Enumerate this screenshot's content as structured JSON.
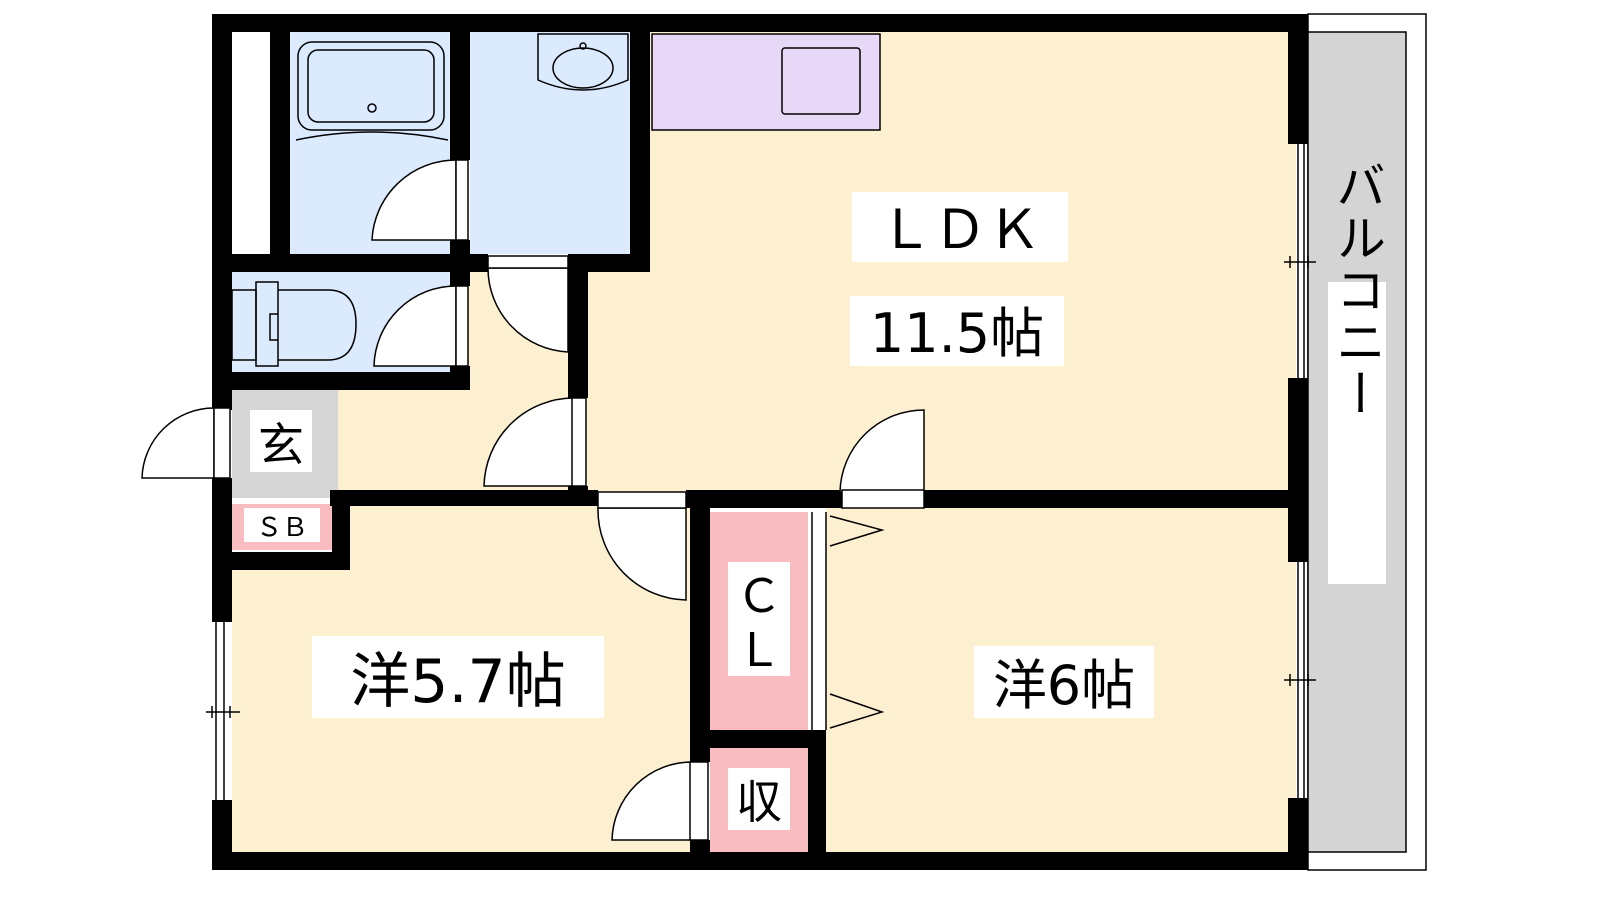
{
  "rooms": {
    "ldk": {
      "name": "ＬＤＫ",
      "size": "11.5帖"
    },
    "western_1": {
      "label": "洋5.7帖"
    },
    "western_2": {
      "label": "洋6帖"
    },
    "entrance": {
      "label": "玄"
    },
    "shoe_box": {
      "label": "ＳＢ"
    },
    "closet": {
      "line1": "Ｃ",
      "line2": "Ｌ"
    },
    "storage": {
      "label": "収"
    },
    "balcony": {
      "label": "バルコニー"
    }
  },
  "colors": {
    "living_floor": "#fdf0d0",
    "wet_area": "#dbeafc",
    "kitchen": "#e6d8f6",
    "storage": "#f9bcc0",
    "entrance": "#d6d6d6",
    "balcony": "#d4d4d4",
    "wall": "#000000"
  }
}
